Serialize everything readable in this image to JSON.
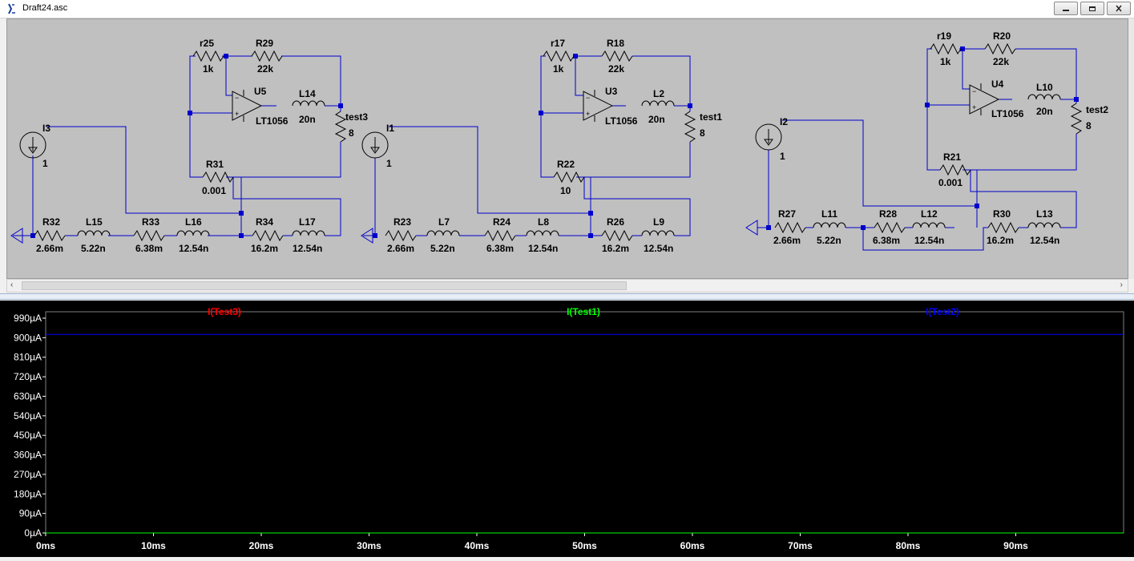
{
  "window": {
    "title": "Draft24.asc",
    "buttons": [
      "minimize-icon",
      "restore-icon",
      "close-icon"
    ]
  },
  "colors": {
    "wire": "#0000cc",
    "schematic_bg": "#c0c0c0",
    "trace_test3": "#ff0000",
    "trace_test1": "#00ff00",
    "trace_test2": "#0000ff",
    "plot_bg": "#000000",
    "axis": "#00aa00"
  },
  "schematic": {
    "components": {
      "left": {
        "r25": {
          "name": "r25",
          "value": "1k"
        },
        "r29": {
          "name": "R29",
          "value": "22k"
        },
        "u5": {
          "name": "U5",
          "value": "LT1056"
        },
        "l14": {
          "name": "L14",
          "value": "20n"
        },
        "test3": {
          "name": "test3",
          "value": "8"
        },
        "i3": {
          "name": "I3",
          "value": "1"
        },
        "r31": {
          "name": "R31",
          "value": "0.001"
        },
        "r32": {
          "name": "R32",
          "value": "2.66m"
        },
        "l15": {
          "name": "L15",
          "value": "5.22n"
        },
        "r33": {
          "name": "R33",
          "value": "6.38m"
        },
        "l16": {
          "name": "L16",
          "value": "12.54n"
        },
        "r34": {
          "name": "R34",
          "value": "16.2m"
        },
        "l17": {
          "name": "L17",
          "value": "12.54n"
        }
      },
      "middle": {
        "r17": {
          "name": "r17",
          "value": "1k"
        },
        "r18": {
          "name": "R18",
          "value": "22k"
        },
        "u3": {
          "name": "U3",
          "value": "LT1056"
        },
        "l2": {
          "name": "L2",
          "value": "20n"
        },
        "test1": {
          "name": "test1",
          "value": "8"
        },
        "i1": {
          "name": "I1",
          "value": "1"
        },
        "r22": {
          "name": "R22",
          "value": "10"
        },
        "r23": {
          "name": "R23",
          "value": "2.66m"
        },
        "l7": {
          "name": "L7",
          "value": "5.22n"
        },
        "r24": {
          "name": "R24",
          "value": "6.38m"
        },
        "l8": {
          "name": "L8",
          "value": "12.54n"
        },
        "r26": {
          "name": "R26",
          "value": "16.2m"
        },
        "l9": {
          "name": "L9",
          "value": "12.54n"
        }
      },
      "right": {
        "r19": {
          "name": "r19",
          "value": "1k"
        },
        "r20": {
          "name": "R20",
          "value": "22k"
        },
        "u4": {
          "name": "U4",
          "value": "LT1056"
        },
        "l10": {
          "name": "L10",
          "value": "20n"
        },
        "test2": {
          "name": "test2",
          "value": "8"
        },
        "i2": {
          "name": "I2",
          "value": "1"
        },
        "r21": {
          "name": "R21",
          "value": "0.001"
        },
        "r27": {
          "name": "R27",
          "value": "2.66m"
        },
        "l11": {
          "name": "L11",
          "value": "5.22n"
        },
        "r28": {
          "name": "R28",
          "value": "6.38m"
        },
        "l12": {
          "name": "L12",
          "value": "12.54n"
        },
        "r30": {
          "name": "R30",
          "value": "16.2m"
        },
        "l13": {
          "name": "L13",
          "value": "12.54n"
        }
      }
    }
  },
  "chart_data": {
    "type": "line",
    "xlim": [
      0,
      100
    ],
    "ylim": [
      0,
      990
    ],
    "x_ticks": [
      0,
      10,
      20,
      30,
      40,
      50,
      60,
      70,
      80,
      90
    ],
    "x_tick_labels": [
      "0ms",
      "10ms",
      "20ms",
      "30ms",
      "40ms",
      "50ms",
      "60ms",
      "70ms",
      "80ms",
      "90ms"
    ],
    "y_ticks": [
      0,
      90,
      180,
      270,
      360,
      450,
      540,
      630,
      720,
      810,
      900,
      990
    ],
    "y_tick_labels": [
      "0µA",
      "90µA",
      "180µA",
      "270µA",
      "360µA",
      "450µA",
      "540µA",
      "630µA",
      "720µA",
      "810µA",
      "900µA",
      "990µA"
    ],
    "grid": false,
    "legend_position": "top",
    "series": [
      {
        "name": "I(Test3)",
        "color": "#ff0000",
        "x": [
          0,
          100
        ],
        "y": [
          0,
          0
        ]
      },
      {
        "name": "I(Test1)",
        "color": "#00ff00",
        "x": [
          0,
          100
        ],
        "y": [
          0,
          0
        ]
      },
      {
        "name": "I(Test2)",
        "color": "#0000ff",
        "x": [
          0,
          100
        ],
        "y": [
          915,
          915
        ]
      }
    ]
  }
}
